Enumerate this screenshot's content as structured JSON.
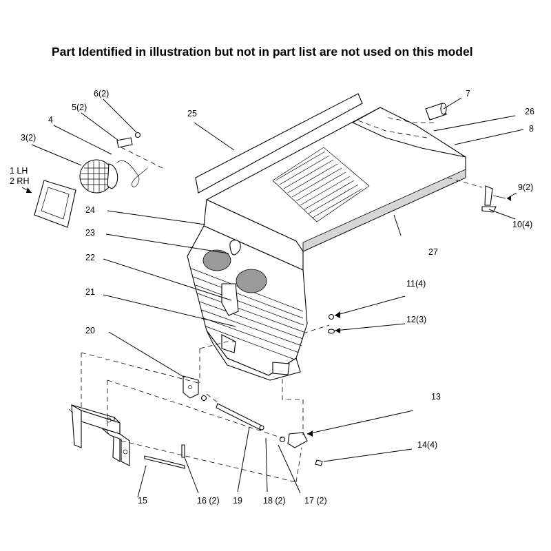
{
  "header": {
    "note": "Part Identified in illustration but not in part list are not used on this model"
  },
  "callouts": {
    "c1": "1 LH",
    "c2": "2 RH",
    "c3": "3(2)",
    "c4": "4",
    "c5": "5(2)",
    "c6": "6(2)",
    "c7": "7",
    "c8": "8",
    "c9": "9(2)",
    "c10": "10(4)",
    "c11": "11(4)",
    "c12": "12(3)",
    "c13": "13",
    "c14": "14(4)",
    "c15": "15",
    "c16": "16 (2)",
    "c17": "17 (2)",
    "c18": "18 (2)",
    "c19": "19",
    "c20": "20",
    "c21": "21",
    "c22": "22",
    "c23": "23",
    "c24": "24",
    "c25": "25",
    "c26": "26",
    "c27": "27"
  }
}
